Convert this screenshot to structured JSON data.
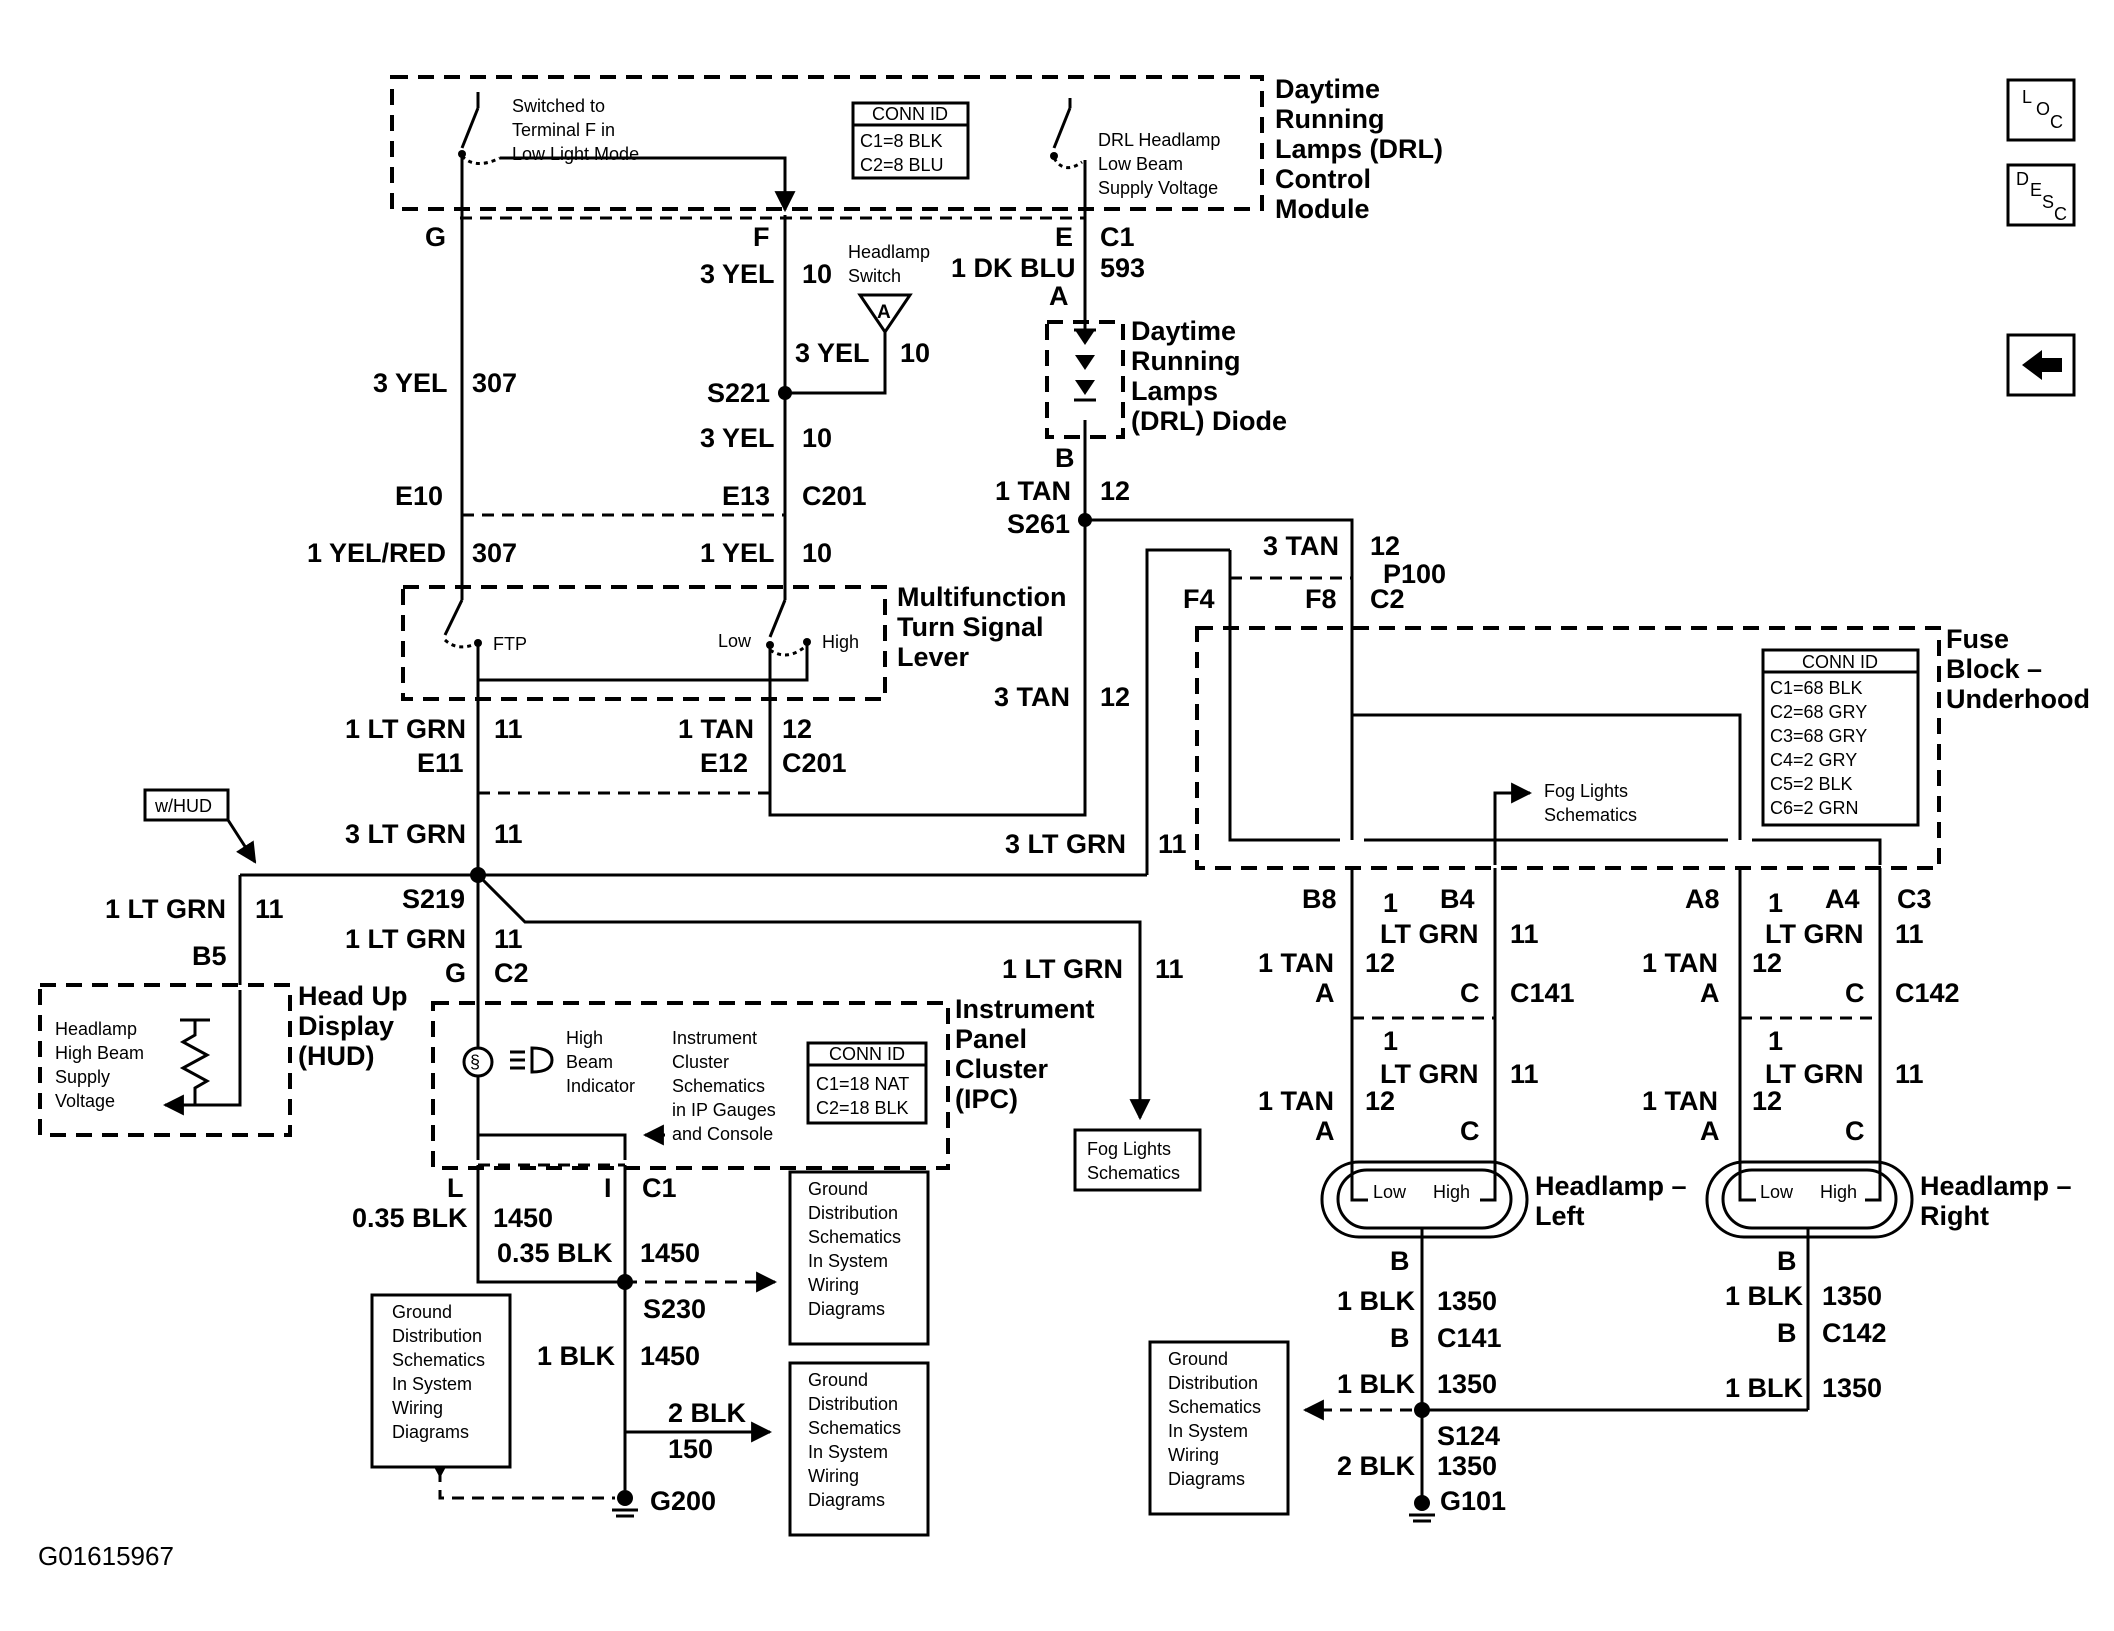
{
  "figure_id": "G01615967",
  "nav_icons": {
    "loc": "loc-icon",
    "desc": "desc-icon",
    "back": "back-arrow-icon"
  },
  "modules": {
    "drl_module": [
      "Daytime",
      "Running",
      "Lamps (DRL)",
      "Control",
      "Module"
    ],
    "drl_diode": [
      "Daytime",
      "Running",
      "Lamps",
      "(DRL) Diode"
    ],
    "turn_lever": [
      "Multifunction",
      "Turn Signal",
      "Lever"
    ],
    "fuse_block": [
      "Fuse",
      "Block –",
      "Underhood"
    ],
    "hud": [
      "Head Up",
      "Display",
      "(HUD)"
    ],
    "ipc": [
      "Instrument",
      "Panel",
      "Cluster",
      "(IPC)"
    ],
    "headlamp_left": [
      "Headlamp –",
      "Left"
    ],
    "headlamp_right": [
      "Headlamp –",
      "Right"
    ]
  },
  "conn_tables": {
    "drl": {
      "title": "CONN ID",
      "rows": [
        "C1=8 BLK",
        "C2=8 BLU"
      ]
    },
    "fuse": {
      "title": "CONN ID",
      "rows": [
        "C1=68 BLK",
        "C2=68 GRY",
        "C3=68 GRY",
        "C4=2 GRY",
        "C5=2 BLK",
        "C6=2 GRN"
      ]
    },
    "ipc": {
      "title": "CONN ID",
      "rows": [
        "C1=18 NAT",
        "C2=18 BLK"
      ]
    }
  },
  "notes": {
    "switched": [
      "Switched to",
      "Terminal F in",
      "Low Light Mode"
    ],
    "drl_supply": [
      "DRL Headlamp",
      "Low Beam",
      "Supply Voltage"
    ],
    "headlamp_switch": [
      "Headlamp",
      "Switch"
    ],
    "hud_supply": [
      "Headlamp",
      "High Beam",
      "Supply",
      "Voltage"
    ],
    "high_beam": [
      "High",
      "Beam",
      "Indicator"
    ],
    "ic_ref": [
      "Instrument",
      "Cluster",
      "Schematics",
      "in IP Gauges",
      "and Console"
    ],
    "fog_ref_box": [
      "Fog Lights",
      "Schematics"
    ],
    "fog_ref_fuse": [
      "Fog Lights",
      "Schematics"
    ],
    "gnd_ref": [
      "Ground",
      "Distribution",
      "Schematics",
      "In System",
      "Wiring",
      "Diagrams"
    ],
    "whud": "w/HUD",
    "ftp": "FTP",
    "low": "Low",
    "high": "High",
    "switch_a": "A"
  },
  "labels": {
    "G": "G",
    "F": "F",
    "E": "E",
    "C1_drl": "C1",
    "w3yel_a": "3 YEL",
    "c10_a": "10",
    "w1dkblu": "1 DK BLU",
    "c593": "593",
    "A_diode": "A",
    "w3yel_hs": "3 YEL",
    "c10_hs": "10",
    "w3yel_307": "3 YEL",
    "c307_a": "307",
    "S221": "S221",
    "w3yel_b": "3 YEL",
    "c10_b": "10",
    "B_diode": "B",
    "w1tan_a": "1 TAN",
    "c12_a": "12",
    "S261": "S261",
    "E10": "E10",
    "E13": "E13",
    "C201_a": "C201",
    "w1yelred": "1 YEL/RED",
    "c307_b": "307",
    "w1yel": "1 YEL",
    "c10_c": "10",
    "w3tan_a": "3 TAN",
    "c12_b": "12",
    "P100": "P100",
    "F4": "F4",
    "F8": "F8",
    "C2_fuse": "C2",
    "w1ltgrn_a": "1 LT GRN",
    "c11_a": "11",
    "w1tan_b": "1 TAN",
    "c12_c": "12",
    "w3tan_b": "3 TAN",
    "c12_d": "12",
    "E11": "E11",
    "E12": "E12",
    "C201_b": "C201",
    "w3ltgrn_a": "3 LT GRN",
    "c11_b": "11",
    "w3ltgrn_b": "3 LT GRN",
    "c11_c": "11",
    "w1ltgrn_hud": "1 LT GRN",
    "c11_hud": "11",
    "B5": "B5",
    "S219": "S219",
    "w1ltgrn_c": "1 LT GRN",
    "c11_d": "11",
    "G_ipc": "G",
    "C2_ipc": "C2",
    "w1ltgrn_fog": "1 LT GRN",
    "c11_fog": "11",
    "B8": "B8",
    "n1_a": "1",
    "B4": "B4",
    "A8": "A8",
    "n1_b": "1",
    "A4": "A4",
    "C3": "C3",
    "ltgrn_a": "LT GRN",
    "c11_e": "11",
    "ltgrn_b": "LT GRN",
    "c11_f": "11",
    "w1tan_l1": "1 TAN",
    "c12_l1": "12",
    "w1tan_r1": "1 TAN",
    "c12_r1": "12",
    "A_l1": "A",
    "C_l1": "C",
    "C141_a": "C141",
    "A_r1": "A",
    "C_r1": "C",
    "C142_a": "C142",
    "n1_c": "1",
    "ltgrn_c": "LT GRN",
    "c11_g": "11",
    "n1_d": "1",
    "ltgrn_d": "LT GRN",
    "c11_h": "11",
    "w1tan_l2": "1 TAN",
    "c12_l2": "12",
    "w1tan_r2": "1 TAN",
    "c12_r2": "12",
    "A_l2": "A",
    "C_l2": "C",
    "A_r2": "A",
    "C_r2": "C",
    "lamp_low_l": "Low",
    "lamp_high_l": "High",
    "lamp_low_r": "Low",
    "lamp_high_r": "High",
    "B_l1": "B",
    "w1blk_l": "1 BLK",
    "c1350_l": "1350",
    "B_l2": "B",
    "C141_b": "C141",
    "B_r1": "B",
    "w1blk_r": "1 BLK",
    "c1350_r": "1350",
    "B_r2": "B",
    "C142_b": "C142",
    "w1blk_m": "1 BLK",
    "c1350_m": "1350",
    "S124": "S124",
    "w2blk_r": "2 BLK",
    "c1350_b": "1350",
    "G101": "G101",
    "L": "L",
    "I": "I",
    "C1_ipc": "C1",
    "w035blk_a": "0.35 BLK",
    "c1450_a": "1450",
    "w035blk_b": "0.35 BLK",
    "c1450_b": "1450",
    "S230": "S230",
    "w1blk_g": "1 BLK",
    "c1450_c": "1450",
    "w2blk_g": "2 BLK",
    "c150": "150",
    "G200": "G200"
  }
}
